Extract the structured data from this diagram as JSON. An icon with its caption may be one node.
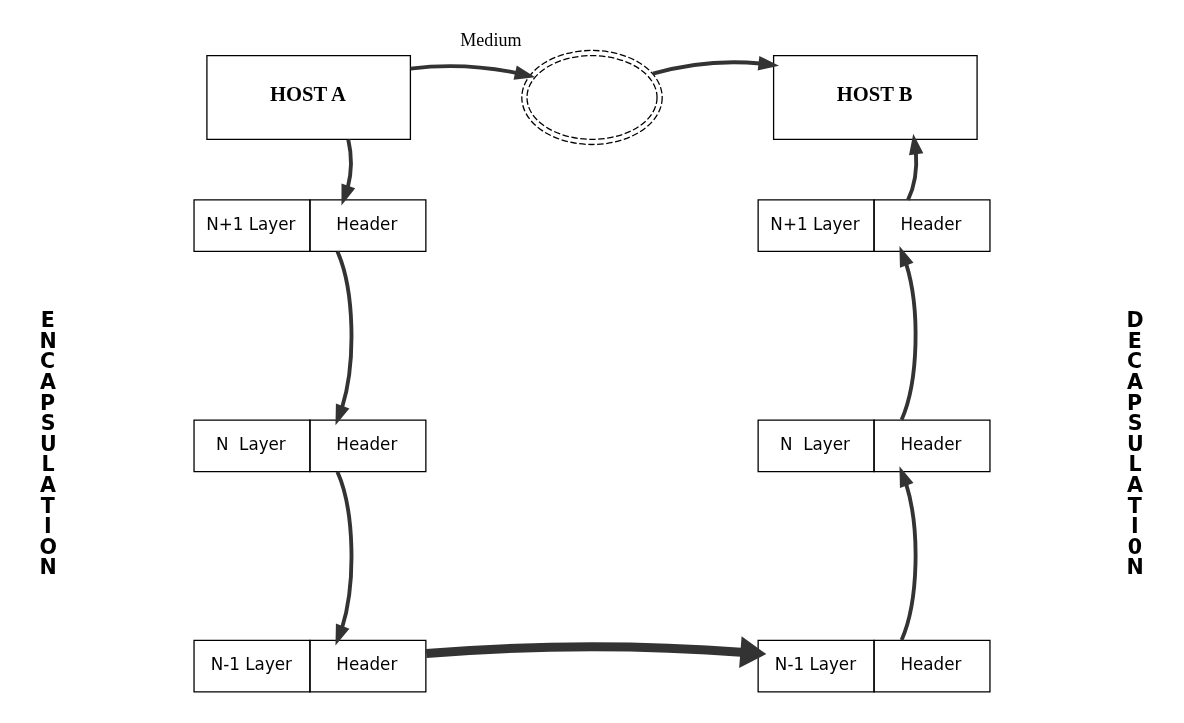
{
  "diagram": {
    "nodes": [
      {
        "text": [
          "HOST A"
        ]
      },
      {
        "text": [],
        "shape": "cloud",
        "beside": [
          "Medium"
        ]
      },
      {
        "text": [
          "HOST B"
        ]
      },
      {
        "text": [
          "N+1 Layer",
          "Header"
        ]
      },
      {
        "text": [
          "N  Layer",
          "Header"
        ]
      },
      {
        "text": [
          "N-1 Layer",
          "Header"
        ]
      },
      {
        "text": [
          "N+1 Layer",
          "Header"
        ]
      },
      {
        "text": [
          "N  Layer",
          "Header"
        ]
      },
      {
        "text": [
          "N-1 Layer",
          "Header"
        ]
      }
    ],
    "edges": [
      {
        "from": 0,
        "to": 1,
        "arrow": "to"
      },
      {
        "from": 1,
        "to": 2,
        "arrow": "to"
      },
      {
        "from": 0,
        "to": 3,
        "arrow": "to"
      },
      {
        "from": 3,
        "to": 4,
        "arrow": "to"
      },
      {
        "from": 4,
        "to": 5,
        "arrow": "to"
      },
      {
        "from": 5,
        "to": 8,
        "arrow": "to",
        "style": "thick"
      },
      {
        "from": 8,
        "to": 7,
        "arrow": "to"
      },
      {
        "from": 7,
        "to": 6,
        "arrow": "to"
      },
      {
        "from": 6,
        "to": 2,
        "arrow": "to"
      }
    ],
    "labels": [
      "ENCAPSULATION",
      "DECAPSULATI0N"
    ]
  }
}
